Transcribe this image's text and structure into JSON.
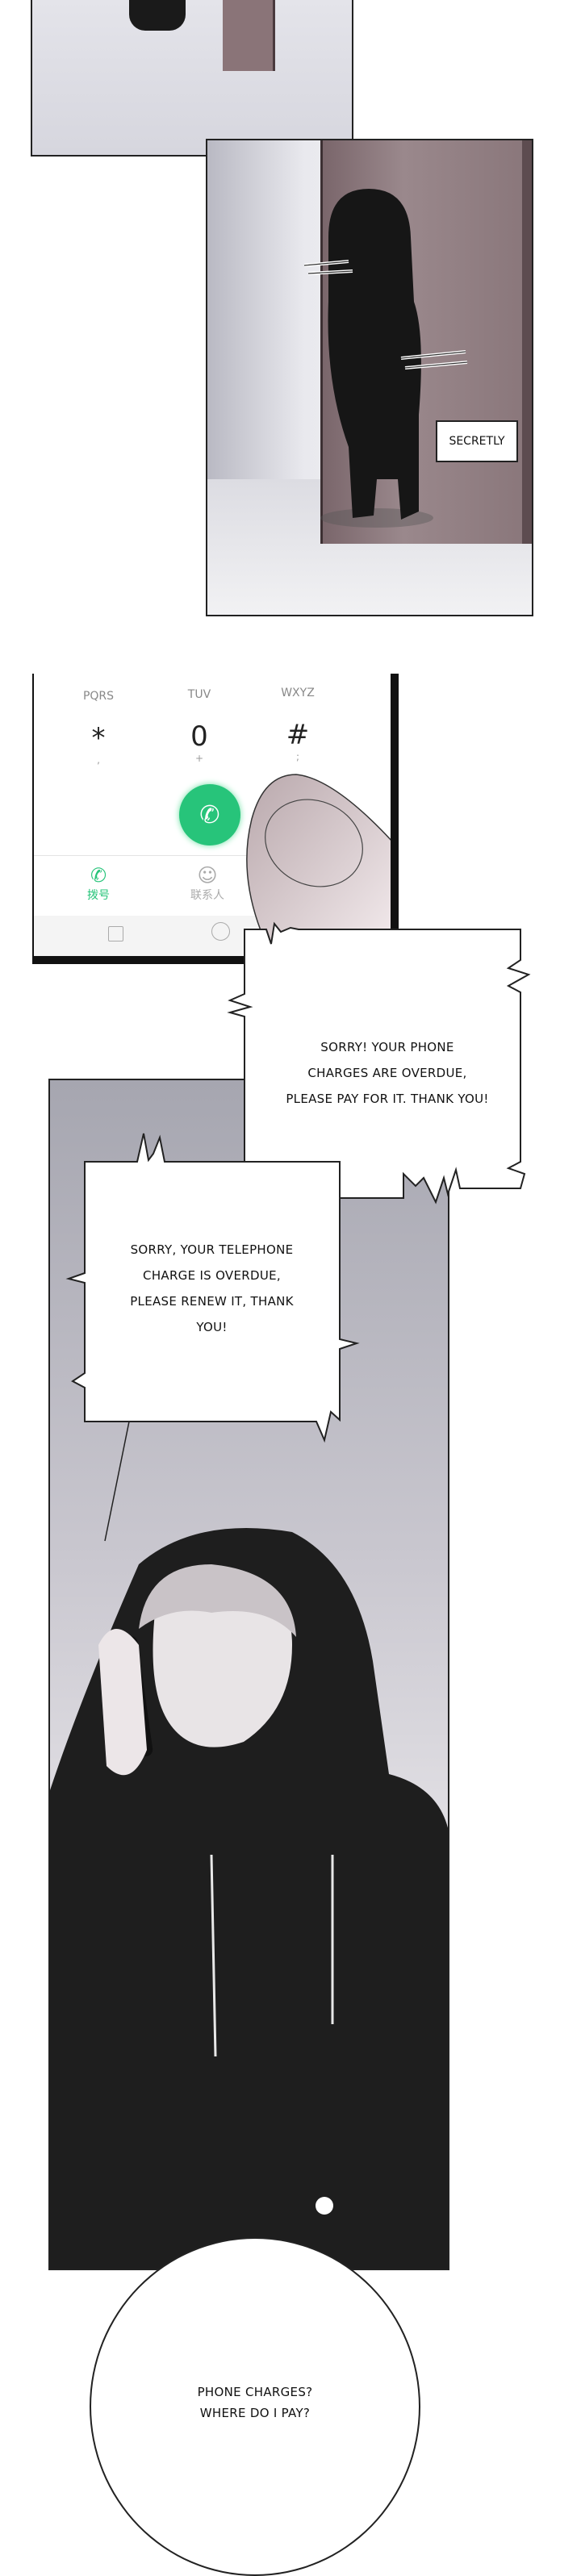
{
  "panel_secretly": {
    "caption": "SECRETLY"
  },
  "dialer": {
    "letters": [
      "PQRS",
      "TUV",
      "WXYZ"
    ],
    "keys": [
      {
        "main": "*",
        "sub": ","
      },
      {
        "main": "0",
        "sub": "+"
      },
      {
        "main": "#",
        "sub": ";"
      }
    ],
    "tabs": [
      "拨号",
      "联系人"
    ],
    "colors": {
      "call": "#27c47a"
    }
  },
  "bubbles": {
    "operator_1": [
      "SORRY! YOUR PHONE",
      "CHARGES ARE OVERDUE,",
      "PLEASE PAY FOR IT. THANK YOU!"
    ],
    "operator_2": [
      "SORRY, YOUR TELEPHONE",
      "CHARGE IS OVERDUE,",
      "PLEASE RENEW IT, THANK",
      "YOU!"
    ],
    "reply": [
      "PHONE CHARGES?",
      "WHERE DO I PAY?"
    ]
  }
}
